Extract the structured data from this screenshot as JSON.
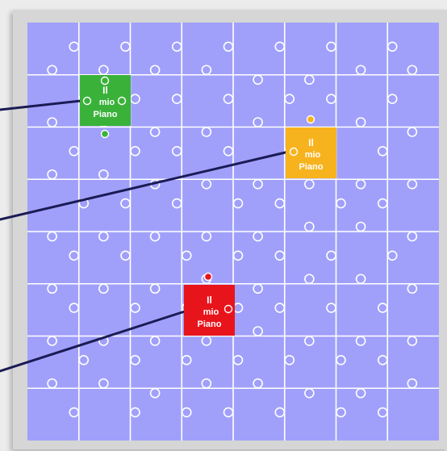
{
  "colors": {
    "board": "#a0a0fb",
    "seam": "#ffffff",
    "frame": "#d6d6d6",
    "connector": "#1b1b55"
  },
  "grid": {
    "rows": 8,
    "cols": 8
  },
  "pieces": [
    {
      "id": "green",
      "color": "#3ab23a",
      "knob": "#3ab23a",
      "line1": "Il",
      "line2": "mio",
      "line3": "Piano"
    },
    {
      "id": "yellow",
      "color": "#f7b31e",
      "knob": "#f7b31e",
      "line1": "Il",
      "line2": "mio",
      "line3": "Piano"
    },
    {
      "id": "red",
      "color": "#e8141c",
      "knob": "#e8141c",
      "line1": "Il",
      "line2": "mio",
      "line3": "Piano"
    }
  ]
}
